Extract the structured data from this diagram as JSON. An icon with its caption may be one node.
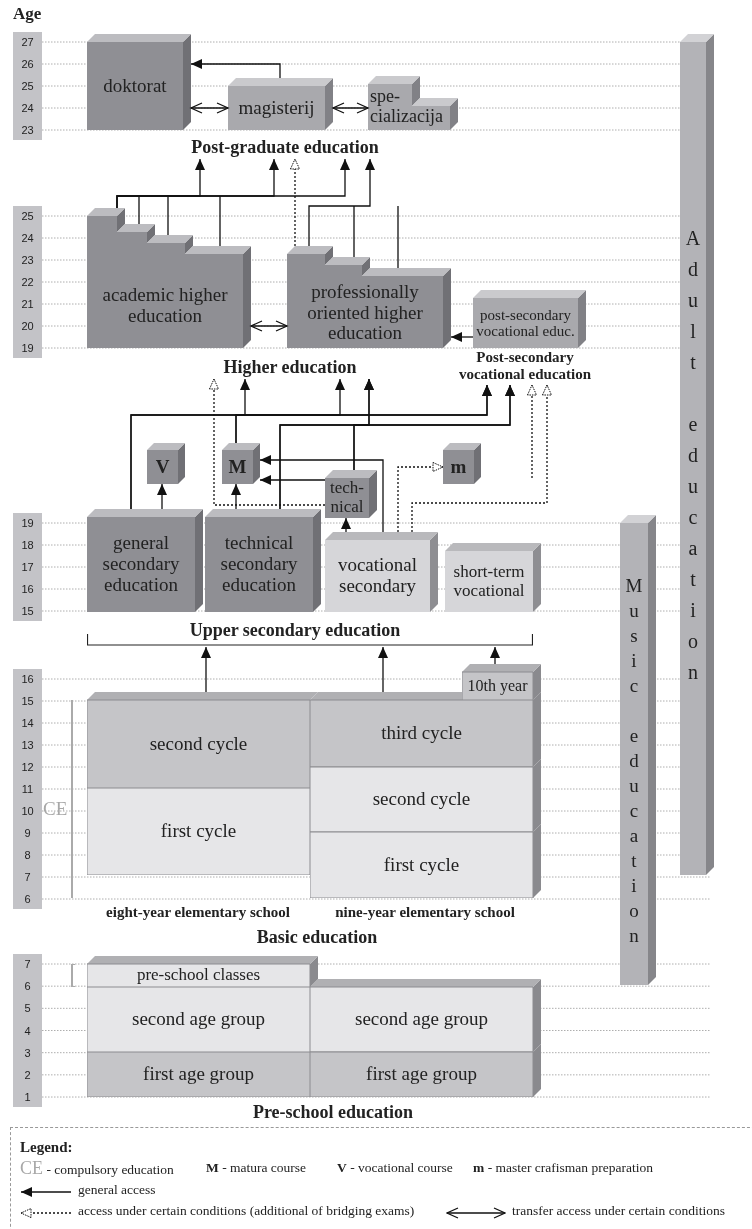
{
  "diagram": {
    "nodes": [
      {
        "text": [
          "doktorat"
        ]
      },
      {
        "text": [
          "magisterij"
        ]
      },
      {
        "text": [
          "spe- cializacija"
        ]
      },
      {
        "text": [
          "Post-graduate education"
        ]
      },
      {
        "text": [
          "academic higher education"
        ]
      },
      {
        "text": [
          "professionally oriented higher education"
        ]
      },
      {
        "text": [
          "post-secondary vocational educ."
        ]
      },
      {
        "text": [
          "Higher education"
        ]
      },
      {
        "text": [
          "Post-secondary vocational education"
        ]
      },
      {
        "text": [
          "V"
        ]
      },
      {
        "text": [
          "M"
        ]
      },
      {
        "text": [
          "m"
        ]
      },
      {
        "text": [
          "tech- nical"
        ]
      },
      {
        "text": [
          "general secondary education"
        ]
      },
      {
        "text": [
          "technical secondary education"
        ]
      },
      {
        "text": [
          "vocational secondary"
        ]
      },
      {
        "text": [
          "short-term vocational"
        ]
      },
      {
        "text": [
          "Upper secondary education"
        ]
      },
      {
        "text": [
          "10th year"
        ]
      },
      {
        "text": [
          "second cycle"
        ]
      },
      {
        "text": [
          "first cycle"
        ]
      },
      {
        "text": [
          "third cycle"
        ]
      },
      {
        "text": [
          "second cycle"
        ]
      },
      {
        "text": [
          "first cycle"
        ]
      },
      {
        "text": [
          "pre-school classes"
        ]
      },
      {
        "text": [
          "second age group"
        ]
      },
      {
        "text": [
          "second age group"
        ]
      },
      {
        "text": [
          "first age group"
        ]
      },
      {
        "text": [
          "first age group"
        ]
      },
      {
        "text": [
          "Adult education"
        ]
      },
      {
        "text": [
          "Music education"
        ]
      }
    ],
    "edges": [
      {
        "from": 1,
        "to": 0,
        "arrow": "to"
      },
      {
        "from": 0,
        "to": 1,
        "arrow": "both"
      },
      {
        "from": 1,
        "to": 2,
        "arrow": "both"
      },
      {
        "from": 4,
        "to": 3,
        "arrow": "to"
      },
      {
        "from": 4,
        "to": 3,
        "arrow": "to"
      },
      {
        "from": 4,
        "to": 3,
        "arrow": "to"
      },
      {
        "from": 5,
        "to": 3,
        "arrow": "to"
      },
      {
        "from": 5,
        "to": 3,
        "arrow": "to",
        "style": "dashed"
      },
      {
        "from": 4,
        "to": 5,
        "arrow": "both"
      },
      {
        "from": 6,
        "to": 5,
        "arrow": "to"
      },
      {
        "from": 13,
        "to": 7,
        "arrow": "to"
      },
      {
        "from": 13,
        "to": 8,
        "arrow": "to"
      },
      {
        "from": 14,
        "to": 7,
        "arrow": "to"
      },
      {
        "from": 14,
        "to": 8,
        "arrow": "to"
      },
      {
        "from": 10,
        "to": 7,
        "arrow": "to"
      },
      {
        "from": 10,
        "to": 8,
        "arrow": "to"
      },
      {
        "from": 12,
        "to": 7,
        "arrow": "to"
      },
      {
        "from": 12,
        "to": 8,
        "arrow": "to"
      },
      {
        "from": 12,
        "to": 7,
        "arrow": "to",
        "style": "dashed"
      },
      {
        "from": 13,
        "to": 9,
        "arrow": "to"
      },
      {
        "from": 14,
        "to": 10,
        "arrow": "to"
      },
      {
        "from": 15,
        "to": 10,
        "arrow": "to"
      },
      {
        "from": 12,
        "to": 10,
        "arrow": "to"
      },
      {
        "from": 15,
        "to": 12,
        "arrow": "to"
      },
      {
        "from": 15,
        "to": 11,
        "arrow": "to",
        "style": "dashed"
      },
      {
        "from": 15,
        "to": 8,
        "arrow": "to",
        "style": "dashed"
      },
      {
        "from": null,
        "to": 8,
        "arrow": "to",
        "style": "dashed"
      },
      {
        "from": 19,
        "to": 17,
        "arrow": "to"
      },
      {
        "from": 21,
        "to": 17,
        "arrow": "to"
      },
      {
        "from": 18,
        "to": 17,
        "arrow": "to"
      }
    ],
    "labels": [
      "Age",
      "27",
      "26",
      "25",
      "24",
      "23",
      "25",
      "24",
      "23",
      "22",
      "21",
      "20",
      "19",
      "19",
      "18",
      "17",
      "16",
      "15",
      "16",
      "15",
      "14",
      "13",
      "12",
      "11",
      "10",
      "9",
      "8",
      "7",
      "6",
      "7",
      "6",
      "5",
      "4",
      "3",
      "2",
      "1",
      "CE",
      "eight-year elementary school",
      "nine-year elementary school",
      "Basic education",
      "Pre-school education",
      "Legend:"
    ],
    "legend": [
      {
        "text": "CE - compulsory education"
      },
      {
        "text": "**M** - matura course"
      },
      {
        "text": "**V** - vocational course"
      },
      {
        "text": "**m** - master crafisman preparation"
      },
      {
        "text": "general access"
      },
      {
        "text": "access under certain conditions (additional of bridging exams)"
      },
      {
        "text": "transfer access under certain conditions"
      }
    ]
  }
}
